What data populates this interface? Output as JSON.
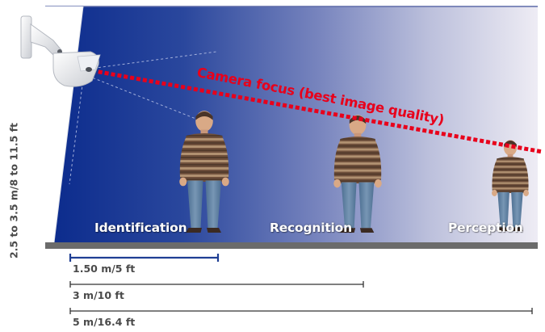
{
  "diagram": {
    "focus_label": "Camera focus (best image quality)",
    "zones": [
      {
        "label": "Identification"
      },
      {
        "label": "Recognition"
      },
      {
        "label": "Perception"
      }
    ],
    "distances": [
      {
        "label": "1.50 m/5 ft"
      },
      {
        "label": "3 m/10 ft"
      },
      {
        "label": "5 m/16.4 ft"
      }
    ],
    "mount_height_label": "2.5 to 3.5 m/8 to 11.5 ft",
    "colors": {
      "room_dark": "#0a2a8c",
      "room_mid": "#6a78b8",
      "room_light": "#eceaf3",
      "floor": "#6b6b6b",
      "focus_line": "#e8001b",
      "first_distance_bar": "#1f3f94",
      "distance_bar": "#333333",
      "text": "#4a4a4a"
    },
    "icons": [
      "wall-mounted-camera-icon",
      "person-figure-icon"
    ]
  }
}
